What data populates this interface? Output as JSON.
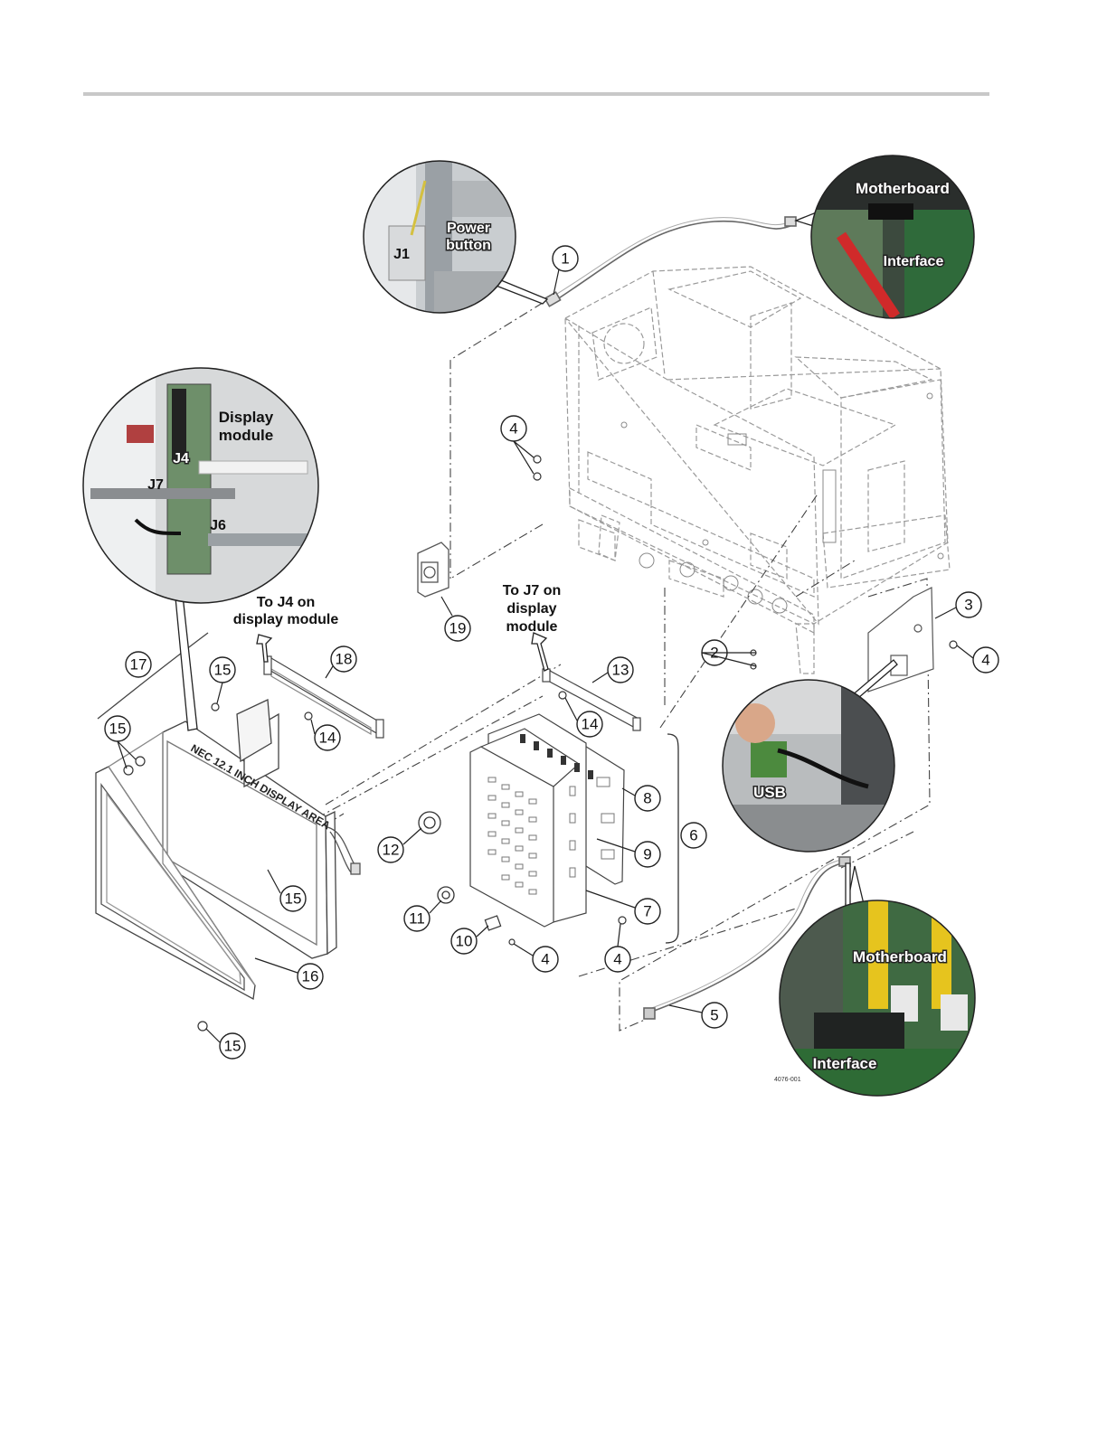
{
  "callouts": {
    "c1": "1",
    "c2": "2",
    "c3": "3",
    "c4a": "4",
    "c4b": "4",
    "c4c": "4",
    "c4d": "4",
    "c5": "5",
    "c6": "6",
    "c7": "7",
    "c8": "8",
    "c9": "9",
    "c10": "10",
    "c11": "11",
    "c12": "12",
    "c13": "13",
    "c14a": "14",
    "c14b": "14",
    "c15a": "15",
    "c15b": "15",
    "c15c": "15",
    "c15d": "15",
    "c16": "16",
    "c17": "17",
    "c18": "18",
    "c19": "19"
  },
  "labels": {
    "to_j4_line1": "To J4 on",
    "to_j4_line2": "display module",
    "to_j7_line1": "To J7 on",
    "to_j7_line2": "display",
    "to_j7_line3": "module"
  },
  "photos": {
    "power": {
      "j1": "J1",
      "line1": "Power",
      "line2": "button"
    },
    "motherboard_top": {
      "motherboard": "Motherboard",
      "interface": "Interface"
    },
    "display": {
      "line1": "Display",
      "line2": "module",
      "j4": "J4",
      "j7": "J7",
      "j6": "J6"
    },
    "usb": {
      "usb": "USB"
    },
    "motherboard_bottom": {
      "motherboard": "Motherboard",
      "interface": "Interface"
    }
  },
  "panel_text": "NEC 12.1 INCH DISPLAY AREA",
  "figure_id": "4076-001"
}
